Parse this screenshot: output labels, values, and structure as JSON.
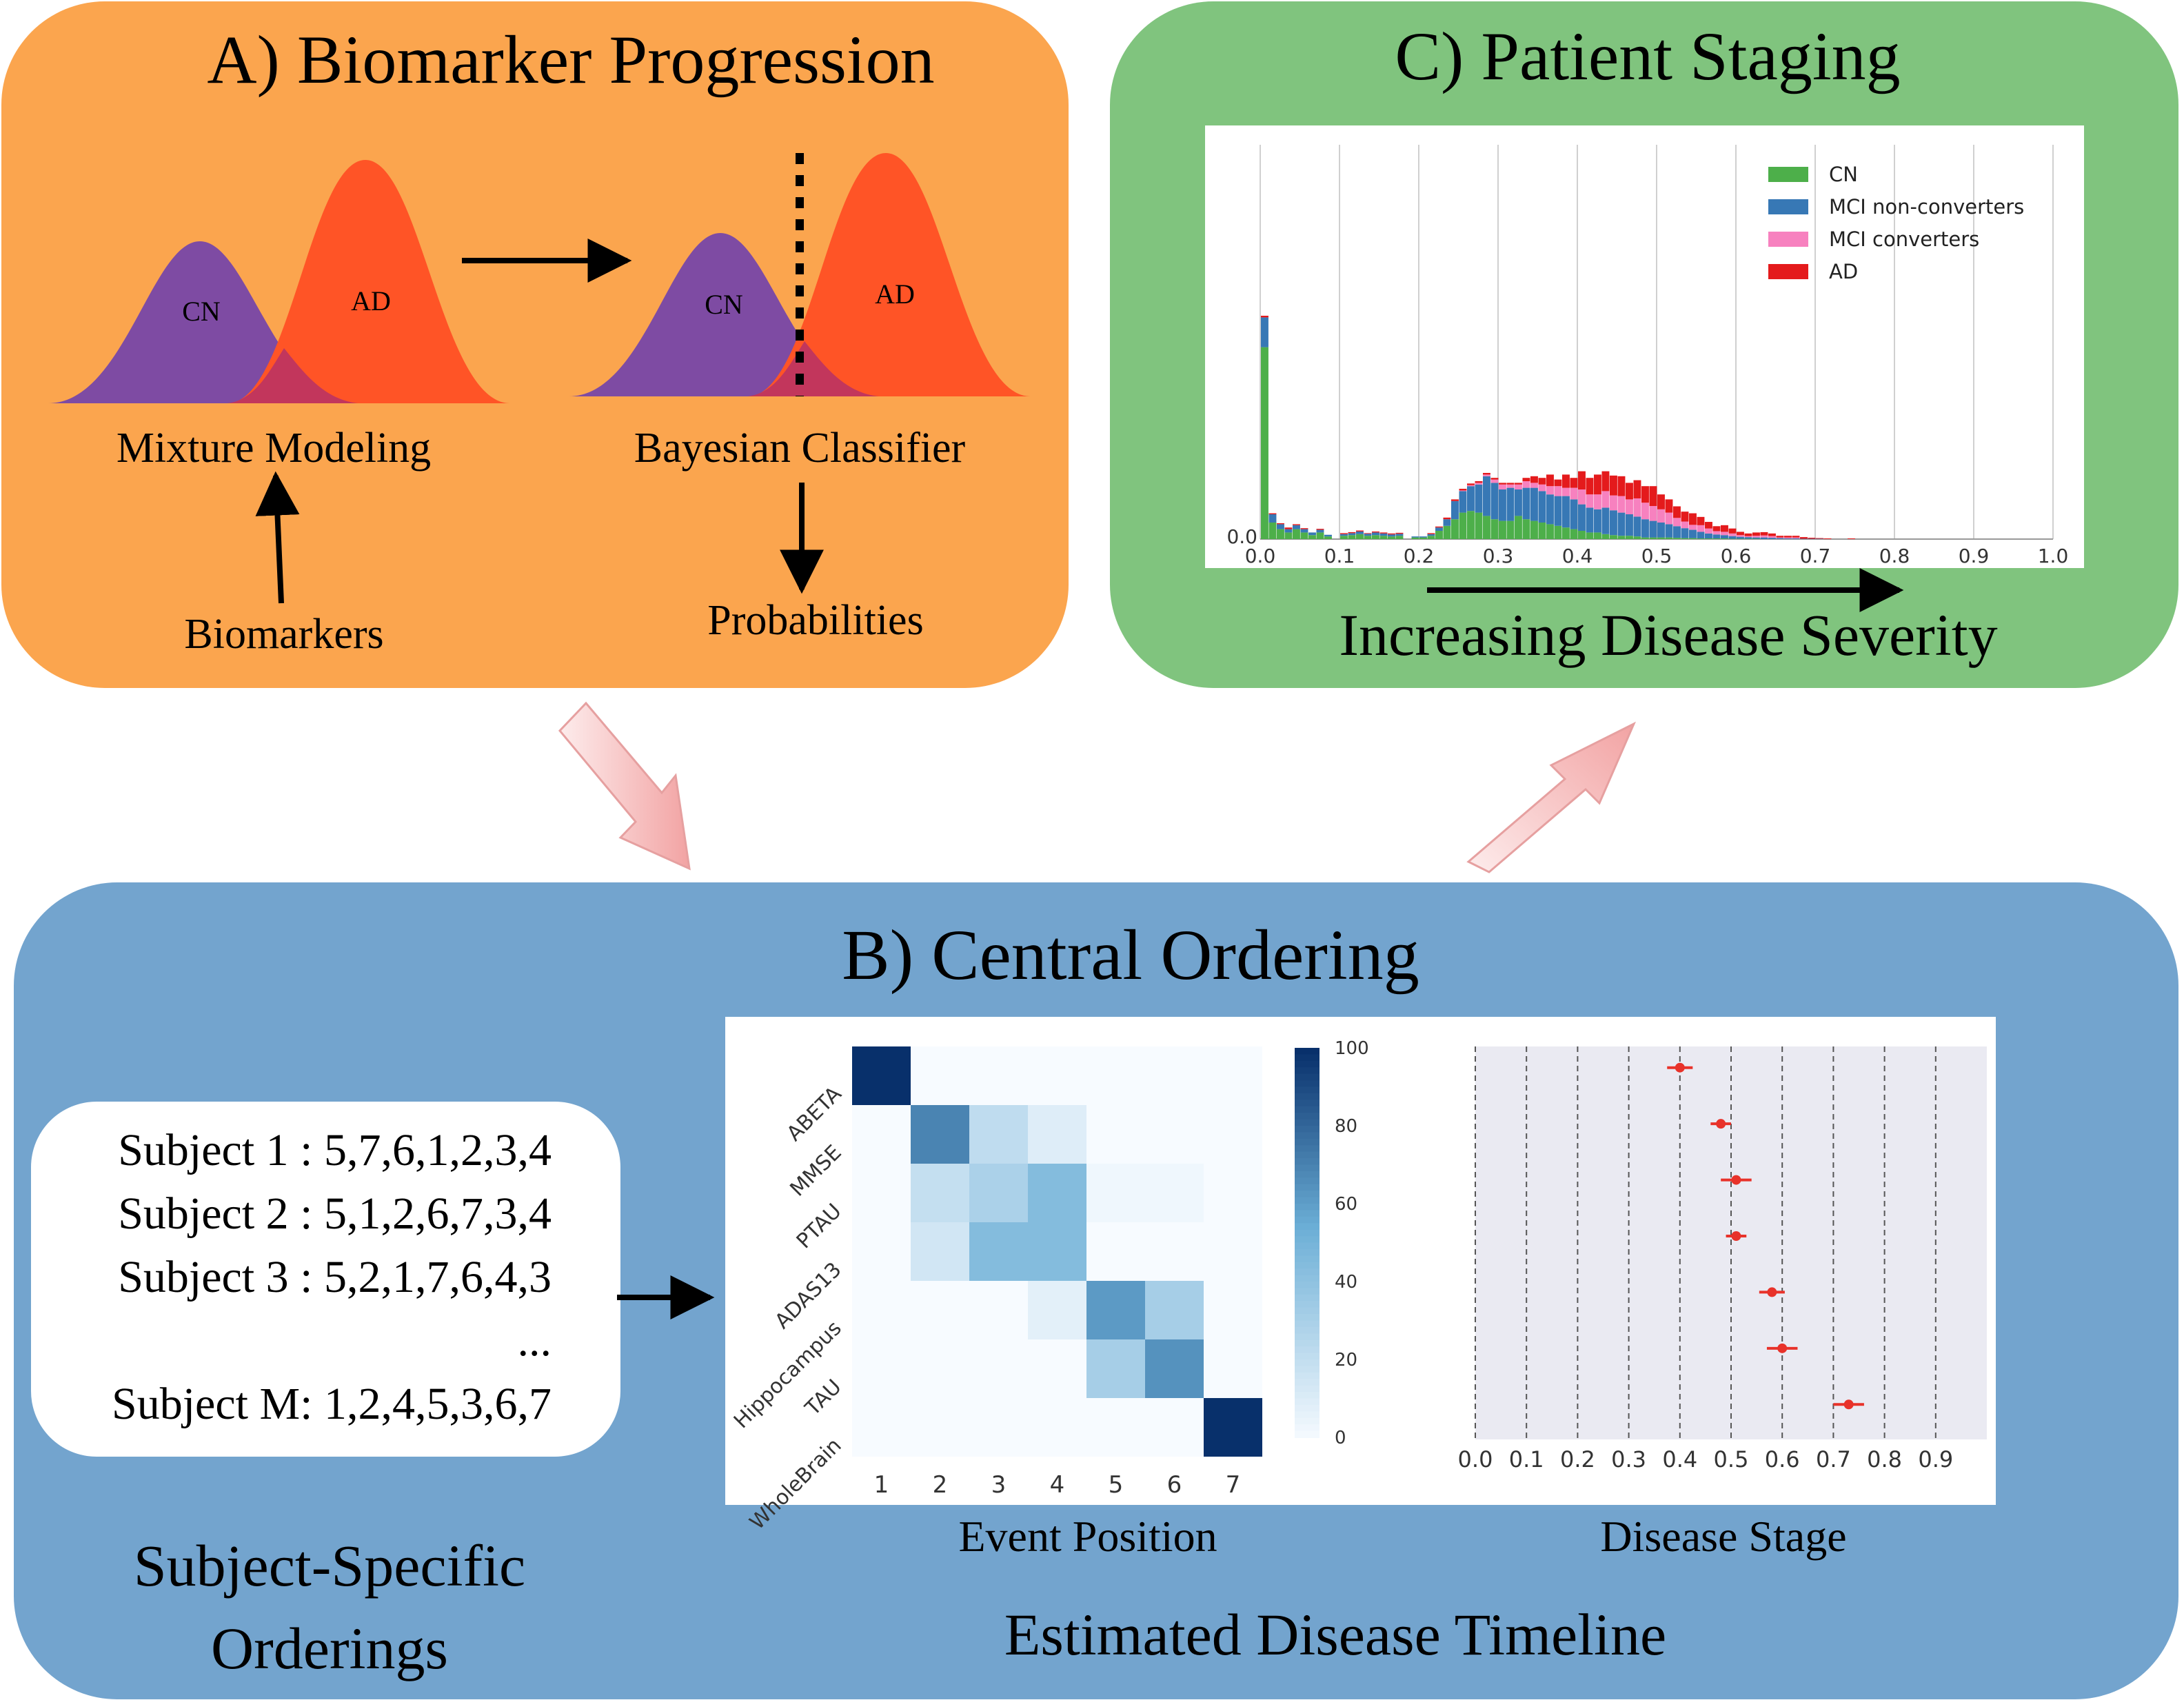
{
  "panel_a": {
    "title": "A) Biomarker Progression",
    "left_curve_cn": "CN",
    "left_curve_ad": "AD",
    "right_curve_cn": "CN",
    "right_curve_ad": "AD",
    "mixture_label": "Mixture Modeling",
    "classifier_label": "Bayesian Classifier",
    "biomarkers_label": "Biomarkers",
    "probabilities_label": "Probabilities",
    "colors": {
      "panel": "#FBA54E",
      "cn": "#7E4BA3",
      "ad": "#FF5426",
      "overlap": "#C2365C"
    }
  },
  "panel_c": {
    "title": "C) Patient Staging",
    "severity_label": "Increasing Disease Severity",
    "colors": {
      "panel": "#80C47E"
    }
  },
  "panel_b": {
    "title": "B) Central Ordering",
    "subjects": [
      "Subject 1 : 5,7,6,1,2,3,4",
      "Subject 2 : 5,1,2,6,7,3,4",
      "Subject 3 : 5,2,1,7,6,4,3",
      "...",
      "Subject M: 1,2,4,5,3,6,7"
    ],
    "subject_caption_line1": "Subject-Specific",
    "subject_caption_line2": "Orderings",
    "event_position_label": "Event Position",
    "disease_stage_label": "Disease Stage",
    "timeline_label": "Estimated Disease Timeline",
    "colors": {
      "panel": "#73A4CE"
    }
  },
  "chart_data": [
    {
      "type": "bar",
      "stacked": true,
      "legend": [
        "CN",
        "MCI non-converters",
        "MCI converters",
        "AD"
      ],
      "legend_position": "top-right",
      "colors": {
        "CN": "#4DAF4A",
        "MCI non-converters": "#3778B5",
        "MCI converters": "#F781BF",
        "AD": "#E41A1C"
      },
      "x_ticks": [
        "0.0",
        "0.1",
        "0.2",
        "0.3",
        "0.4",
        "0.5",
        "0.6",
        "0.7",
        "0.8",
        "0.9",
        "1.0"
      ],
      "y_tick": "0.0",
      "xlim": [
        0,
        1
      ],
      "grid": "vertical",
      "x": [
        0.0,
        0.01,
        0.02,
        0.03,
        0.04,
        0.05,
        0.06,
        0.07,
        0.08,
        0.1,
        0.11,
        0.12,
        0.13,
        0.14,
        0.15,
        0.16,
        0.17,
        0.19,
        0.2,
        0.21,
        0.22,
        0.23,
        0.24,
        0.25,
        0.26,
        0.27,
        0.28,
        0.29,
        0.3,
        0.31,
        0.32,
        0.33,
        0.34,
        0.35,
        0.36,
        0.37,
        0.38,
        0.39,
        0.4,
        0.41,
        0.42,
        0.43,
        0.44,
        0.45,
        0.46,
        0.47,
        0.48,
        0.49,
        0.5,
        0.51,
        0.52,
        0.53,
        0.54,
        0.55,
        0.56,
        0.57,
        0.58,
        0.59,
        0.6,
        0.61,
        0.62,
        0.63,
        0.64,
        0.65,
        0.66,
        0.67,
        0.68,
        0.69,
        0.7,
        0.71,
        0.74
      ],
      "series": [
        {
          "name": "CN",
          "values": [
            580,
            50,
            30,
            20,
            30,
            20,
            12,
            20,
            8,
            10,
            12,
            15,
            10,
            12,
            10,
            8,
            10,
            5,
            5,
            10,
            25,
            40,
            60,
            80,
            85,
            80,
            70,
            60,
            55,
            55,
            70,
            60,
            55,
            50,
            45,
            40,
            35,
            30,
            25,
            20,
            20,
            15,
            12,
            10,
            10,
            8,
            5,
            5,
            5,
            5,
            4,
            3,
            3,
            2,
            2,
            2,
            2,
            1,
            1,
            1,
            1,
            0,
            0,
            0,
            0,
            0,
            0,
            0,
            0,
            0,
            0
          ]
        },
        {
          "name": "MCI non-converters",
          "values": [
            90,
            25,
            15,
            10,
            12,
            10,
            8,
            8,
            5,
            5,
            6,
            8,
            6,
            8,
            7,
            6,
            6,
            3,
            3,
            5,
            10,
            20,
            55,
            65,
            75,
            85,
            120,
            110,
            95,
            100,
            80,
            95,
            100,
            95,
            90,
            90,
            95,
            90,
            80,
            75,
            70,
            80,
            75,
            70,
            65,
            60,
            55,
            50,
            45,
            40,
            35,
            30,
            25,
            20,
            15,
            12,
            10,
            8,
            6,
            5,
            4,
            5,
            4,
            3,
            2,
            2,
            1,
            1,
            1,
            0,
            0
          ]
        },
        {
          "name": "MCI converters",
          "values": [
            0,
            0,
            0,
            0,
            0,
            0,
            0,
            0,
            0,
            0,
            0,
            0,
            0,
            0,
            0,
            0,
            0,
            0,
            0,
            0,
            0,
            0,
            0,
            2,
            3,
            5,
            5,
            10,
            15,
            10,
            15,
            20,
            15,
            20,
            25,
            30,
            25,
            35,
            45,
            40,
            45,
            50,
            45,
            50,
            45,
            55,
            50,
            45,
            40,
            35,
            25,
            20,
            15,
            20,
            15,
            10,
            10,
            8,
            5,
            3,
            5,
            6,
            5,
            2,
            3,
            3,
            0,
            0,
            0,
            0,
            0
          ]
        },
        {
          "name": "AD",
          "values": [
            5,
            3,
            3,
            5,
            3,
            3,
            0,
            3,
            0,
            3,
            3,
            3,
            2,
            3,
            3,
            3,
            3,
            0,
            0,
            3,
            3,
            5,
            5,
            5,
            5,
            5,
            5,
            5,
            5,
            5,
            5,
            10,
            20,
            20,
            35,
            20,
            40,
            30,
            55,
            50,
            60,
            60,
            60,
            60,
            50,
            55,
            50,
            60,
            45,
            40,
            35,
            30,
            35,
            25,
            20,
            15,
            20,
            15,
            10,
            8,
            10,
            10,
            8,
            5,
            5,
            5,
            5,
            3,
            2,
            2,
            2
          ]
        }
      ]
    },
    {
      "type": "heatmap",
      "rows": [
        "ABETA",
        "MMSE",
        "PTAU",
        "ADAS13",
        "Hippocampus",
        "TAU",
        "WholeBrain"
      ],
      "columns": [
        "1",
        "2",
        "3",
        "4",
        "5",
        "6",
        "7"
      ],
      "xlabel": "Event Position",
      "colorbar_ticks": [
        "0",
        "20",
        "40",
        "60",
        "80",
        "100"
      ],
      "colorbar_range": [
        0,
        100
      ],
      "values": [
        [
          100,
          0,
          0,
          0,
          0,
          0,
          0
        ],
        [
          0,
          70,
          22,
          10,
          0,
          0,
          0
        ],
        [
          0,
          20,
          30,
          45,
          3,
          3,
          0
        ],
        [
          0,
          15,
          45,
          45,
          0,
          0,
          0
        ],
        [
          0,
          0,
          0,
          8,
          62,
          32,
          0
        ],
        [
          0,
          0,
          0,
          0,
          32,
          65,
          0
        ],
        [
          0,
          0,
          0,
          0,
          0,
          0,
          100
        ]
      ]
    },
    {
      "type": "scatter",
      "with_error_bars": true,
      "xlabel": "Disease Stage",
      "x_ticks": [
        "0.0",
        "0.1",
        "0.2",
        "0.3",
        "0.4",
        "0.5",
        "0.6",
        "0.7",
        "0.8",
        "0.9"
      ],
      "xlim": [
        0,
        1
      ],
      "grid": "vertical-dashed",
      "marker_color": "#E8322A",
      "points": [
        {
          "x": 0.4,
          "err": 0.025
        },
        {
          "x": 0.48,
          "err": 0.02
        },
        {
          "x": 0.51,
          "err": 0.03
        },
        {
          "x": 0.51,
          "err": 0.02
        },
        {
          "x": 0.58,
          "err": 0.025
        },
        {
          "x": 0.6,
          "err": 0.03
        },
        {
          "x": 0.73,
          "err": 0.03
        }
      ]
    }
  ]
}
